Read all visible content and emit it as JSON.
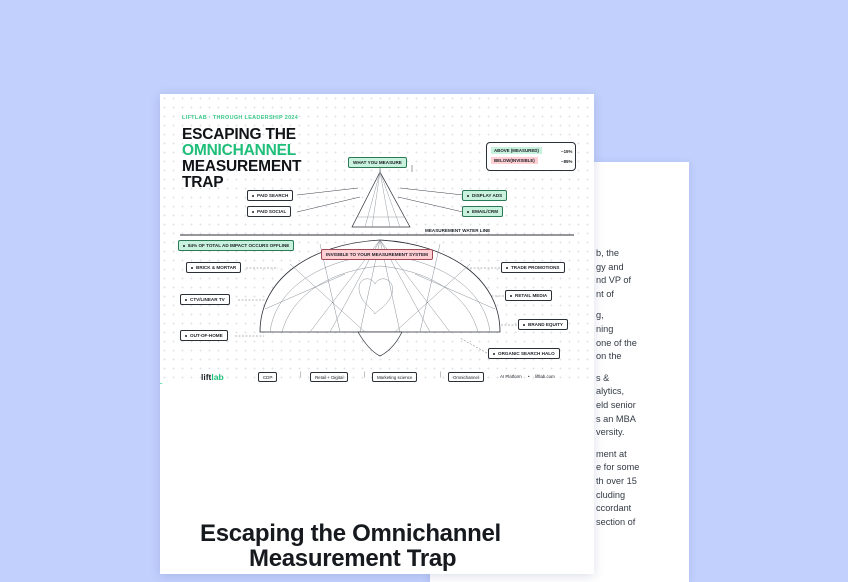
{
  "back_page": {
    "lines": [
      "b, the",
      "gy and",
      "nd VP of",
      "nt of",
      "",
      "g,",
      "ning",
      "one of the",
      "on the",
      "",
      "s &",
      "alytics,",
      "eld senior",
      "s an MBA",
      "versity.",
      "",
      "ment at",
      "e for some",
      "th over 15",
      "cluding",
      "ccordant",
      "section of"
    ]
  },
  "cover": {
    "eyebrow": "LIFTLAB · THROUGH LEADERSHIP 2024",
    "title_line1": "ESCAPING THE",
    "title_line2": "OMNICHANNEL",
    "title_line3": "MEASUREMENT",
    "title_line4": "TRAP",
    "legend": {
      "above_label": "ABOVE (MEASURED)",
      "above_value": "~15%",
      "below_label": "BELOW(INVISIBLE)",
      "below_value": "~85%"
    },
    "what_you_measure": "WHAT YOU MEASURE",
    "paid_search": "PAID SEARCH",
    "paid_social": "PAID SOCIAL",
    "display_ads": "DISPLAY ADS",
    "email_crm": "EMAIL/CRM",
    "waterline": "MEASUREMENT WATER LINE",
    "offline_stat": "84% OF TOTAL AD IMPACT OCCURS OFFLINE",
    "invisible": "INVISIBLE TO YOUR MEASUREMENT SYSTEM",
    "brick_mortar": "BRICK & MORTAR",
    "ctv": "CTV/LINEAR TV",
    "ooh": "OUT-OF-HOME",
    "trade": "TRADE PROMOTIONS",
    "retail_media": "RETAIL MEDIA",
    "brand_equity": "BRAND EQUITY",
    "organic": "ORGANIC SEARCH HALO",
    "footer": {
      "logo_lift": "lift",
      "logo_lab": "lab",
      "tags": [
        "CDP",
        "Retail + Digital",
        "Marketing science",
        "Omnichannel"
      ],
      "ai_platform": "AI Platform",
      "site": "liftlab.com"
    }
  },
  "doc_title_line1": "Escaping the Omnichannel",
  "doc_title_line2": "Measurement Trap",
  "colors": {
    "background": "#c2d0fd",
    "accent_green": "#1fbf7a",
    "stripe": "#3ddc97",
    "pink": "#ffcfd4"
  }
}
